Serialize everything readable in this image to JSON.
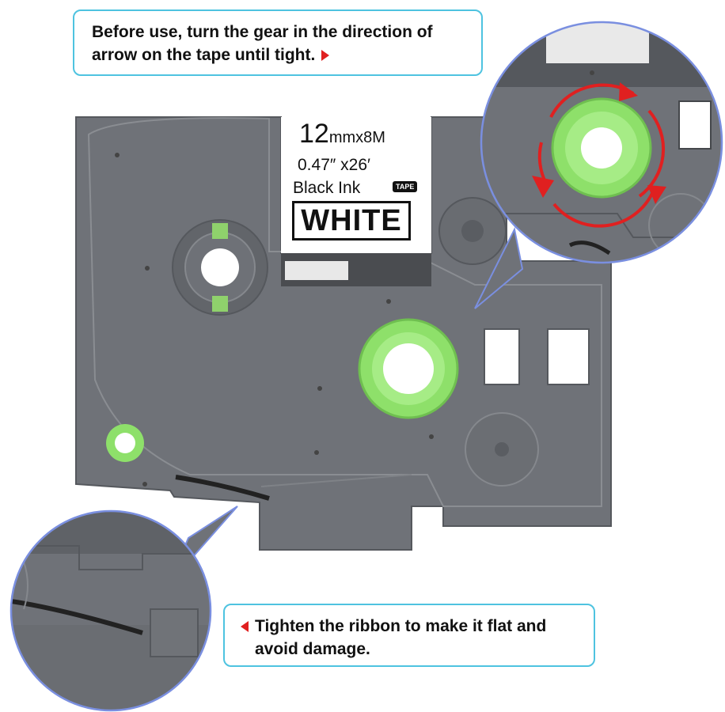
{
  "callout_top": {
    "line1": "Before use, turn the gear in the direction of",
    "line2": "arrow on the tape until tight."
  },
  "callout_bottom": {
    "line1": "Tighten the ribbon to make it flat and",
    "line2": "avoid damage."
  },
  "tape_label": {
    "size_num": "12",
    "size_unit": "mmx8M",
    "length": "0.47″ x26′",
    "ink": "Black Ink",
    "badge": "TAPE",
    "color": "WHITE"
  },
  "colors": {
    "callout_border": "#4ec3e0",
    "arrow_red": "#e02020",
    "cassette_grey": "#6f7278",
    "gear_green": "#8ee06a",
    "zoom_border": "#7a8fe0"
  }
}
